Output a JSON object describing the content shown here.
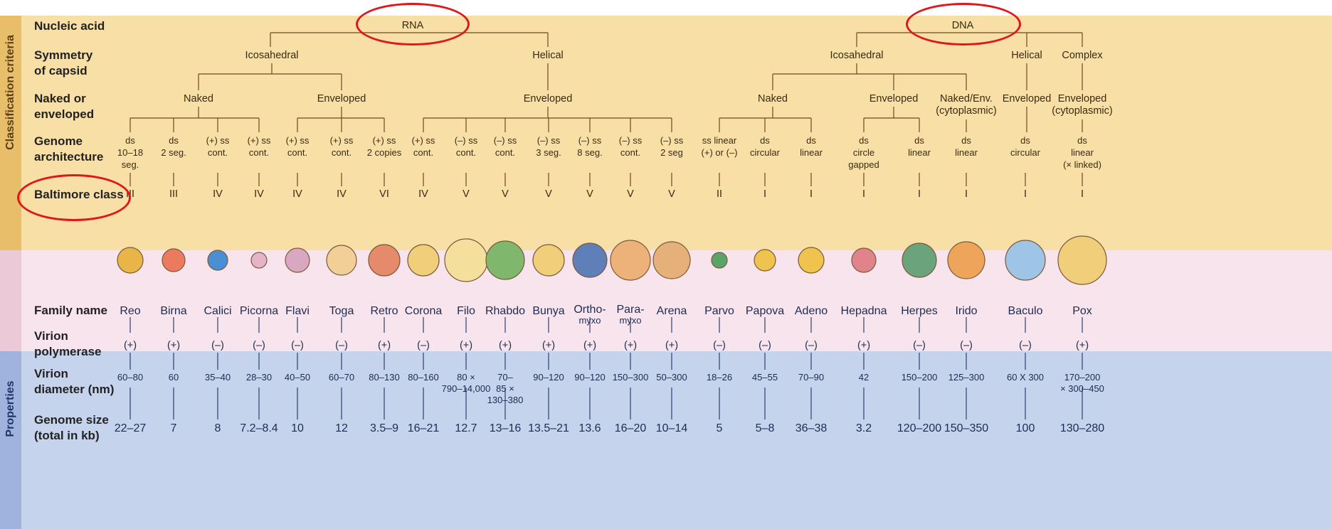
{
  "sidebar": {
    "classification_label": "Classification criteria",
    "properties_label": "Properties"
  },
  "row_labels": {
    "nucleic_acid": "Nucleic acid",
    "symmetry": [
      "Symmetry",
      "of capsid"
    ],
    "naked": [
      "Naked or",
      "enveloped"
    ],
    "genome": [
      "Genome",
      "architecture"
    ],
    "baltimore": "Baltimore class",
    "family": "Family name",
    "polymerase": [
      "Virion",
      "polymerase"
    ],
    "diameter": [
      "Virion",
      "diameter (nm)"
    ],
    "genome_size": [
      "Genome size",
      "(total in kb)"
    ]
  },
  "nucleic_acid": {
    "rna": "RNA",
    "dna": "DNA"
  },
  "symmetry": {
    "rna_icosahedral": "Icosahedral",
    "rna_helical": "Helical",
    "dna_icosahedral": "Icosahedral",
    "dna_helical": "Helical",
    "dna_complex": "Complex"
  },
  "envelope": {
    "rna_naked": "Naked",
    "rna_enveloped_ico": "Enveloped",
    "rna_enveloped_hel": "Enveloped",
    "dna_naked": "Naked",
    "dna_enveloped_ico": "Enveloped",
    "dna_naked_env": [
      "Naked/Env.",
      "(cytoplasmic)"
    ],
    "dna_enveloped_hel": "Enveloped",
    "dna_enveloped_cx": [
      "Enveloped",
      "(cytoplasmic)"
    ]
  },
  "families": [
    {
      "name": "Reo",
      "genome": [
        "ds",
        "10–18",
        "seg."
      ],
      "baltimore": "III",
      "polymerase": "(+)",
      "diameter": [
        "60–80"
      ],
      "size": "22–27",
      "color": "#e9b448"
    },
    {
      "name": "Birna",
      "genome": [
        "ds",
        "2 seg."
      ],
      "baltimore": "III",
      "polymerase": "(+)",
      "diameter": [
        "60"
      ],
      "size": "7",
      "color": "#ec7a5f"
    },
    {
      "name": "Calici",
      "genome": [
        "(+) ss",
        "cont."
      ],
      "baltimore": "IV",
      "polymerase": "(–)",
      "diameter": [
        "35–40"
      ],
      "size": "8",
      "color": "#4a8fd3"
    },
    {
      "name": "Picorna",
      "genome": [
        "(+) ss",
        "cont."
      ],
      "baltimore": "IV",
      "polymerase": "(–)",
      "diameter": [
        "28–30"
      ],
      "size": "7.2–8.4",
      "color": "#e6b4c8"
    },
    {
      "name": "Flavi",
      "genome": [
        "(+) ss",
        "cont."
      ],
      "baltimore": "IV",
      "polymerase": "(–)",
      "diameter": [
        "40–50"
      ],
      "size": "10",
      "color": "#d9a7c2"
    },
    {
      "name": "Toga",
      "genome": [
        "(+) ss",
        "cont."
      ],
      "baltimore": "IV",
      "polymerase": "(–)",
      "diameter": [
        "60–70"
      ],
      "size": "12",
      "color": "#f2cf96"
    },
    {
      "name": "Retro",
      "genome": [
        "(+) ss",
        "2 copies"
      ],
      "baltimore": "VI",
      "polymerase": "(+)",
      "diameter": [
        "80–130"
      ],
      "size": "3.5–9",
      "color": "#e58a6a"
    },
    {
      "name": "Corona",
      "genome": [
        "(+) ss",
        "cont."
      ],
      "baltimore": "IV",
      "polymerase": "(–)",
      "diameter": [
        "80–160"
      ],
      "size": "16–21",
      "color": "#f1cf7a"
    },
    {
      "name": "Filo",
      "genome": [
        "(–) ss",
        "cont."
      ],
      "baltimore": "V",
      "polymerase": "(+)",
      "diameter": [
        "80 ×",
        "790–14,000"
      ],
      "size": "12.7",
      "color": "#f4df9c"
    },
    {
      "name": "Rhabdo",
      "genome": [
        "(–) ss",
        "cont."
      ],
      "baltimore": "V",
      "polymerase": "(+)",
      "diameter": [
        "70–",
        "85 ×",
        "130–380"
      ],
      "size": "13–16",
      "color": "#7fb86c"
    },
    {
      "name": "Bunya",
      "genome": [
        "(–) ss",
        "3 seg."
      ],
      "baltimore": "V",
      "polymerase": "(+)",
      "diameter": [
        "90–120"
      ],
      "size": "13.5–21",
      "color": "#f1cf7a"
    },
    {
      "name": "Ortho-\nmyxo",
      "genome": [
        "(–) ss",
        "8 seg."
      ],
      "baltimore": "V",
      "polymerase": "(+)",
      "diameter": [
        "90–120"
      ],
      "size": "13.6",
      "color": "#5e7fb8"
    },
    {
      "name": "Para-\nmyxo",
      "genome": [
        "(–) ss",
        "cont."
      ],
      "baltimore": "V",
      "polymerase": "(+)",
      "diameter": [
        "150–300"
      ],
      "size": "16–20",
      "color": "#ecb27a"
    },
    {
      "name": "Arena",
      "genome": [
        "(–) ss",
        "2 seg"
      ],
      "baltimore": "V",
      "polymerase": "(+)",
      "diameter": [
        "50–300"
      ],
      "size": "10–14",
      "color": "#e6b07a"
    },
    {
      "name": "Parvo",
      "genome": [
        "ss linear",
        "(+) or (–)"
      ],
      "baltimore": "II",
      "polymerase": "(–)",
      "diameter": [
        "18–26"
      ],
      "size": "5",
      "color": "#5aa46a"
    },
    {
      "name": "Papova",
      "genome": [
        "ds",
        "circular"
      ],
      "baltimore": "I",
      "polymerase": "(–)",
      "diameter": [
        "45–55"
      ],
      "size": "5–8",
      "color": "#f0c24e"
    },
    {
      "name": "Adeno",
      "genome": [
        "ds",
        "linear"
      ],
      "baltimore": "I",
      "polymerase": "(–)",
      "diameter": [
        "70–90"
      ],
      "size": "36–38",
      "color": "#f0c24e"
    },
    {
      "name": "Hepadna",
      "genome": [
        "ds",
        "circle",
        "gapped"
      ],
      "baltimore": "I",
      "polymerase": "(+)",
      "diameter": [
        "42"
      ],
      "size": "3.2",
      "color": "#e0838a"
    },
    {
      "name": "Herpes",
      "genome": [
        "ds",
        "linear"
      ],
      "baltimore": "I",
      "polymerase": "(–)",
      "diameter": [
        "150–200"
      ],
      "size": "120–200",
      "color": "#6aa37c"
    },
    {
      "name": "Irido",
      "genome": [
        "ds",
        "linear"
      ],
      "baltimore": "I",
      "polymerase": "(–)",
      "diameter": [
        "125–300"
      ],
      "size": "150–350",
      "color": "#eea45a"
    },
    {
      "name": "Baculo",
      "genome": [
        "ds",
        "circular"
      ],
      "baltimore": "I",
      "polymerase": "(–)",
      "diameter": [
        "60 X 300"
      ],
      "size": "100",
      "color": "#9fc5e6"
    },
    {
      "name": "Pox",
      "genome": [
        "ds",
        "linear",
        "(× linked)"
      ],
      "baltimore": "I",
      "polymerase": "(+)",
      "diameter": [
        "170–200",
        "× 300–450"
      ],
      "size": "130–280",
      "color": "#f1cf7a"
    }
  ],
  "colors": {
    "classification_band": "#f7dfa6",
    "image_band": "#f8e4ec",
    "properties_band": "#c6d3ec",
    "tree_lines": "#6b4a1e",
    "highlight_circle": "#e0161c"
  }
}
